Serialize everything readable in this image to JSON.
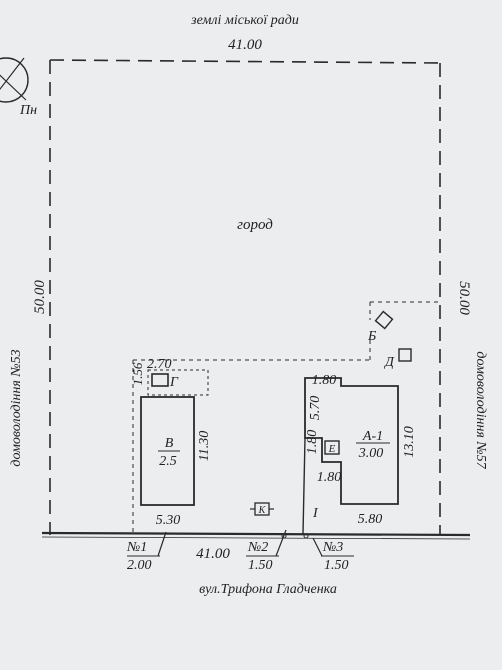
{
  "top": {
    "label": "землі міської ради",
    "length": "41.00"
  },
  "left": {
    "neighbor": "домоволодіння №53",
    "length": "50.00"
  },
  "right": {
    "neighbor": "домоволодіння №57",
    "length": "50.00"
  },
  "bottom": {
    "street": "вул.Трифона Гладченка",
    "length": "41.00",
    "p1": {
      "label": "№1",
      "value": "2.00"
    },
    "p2": {
      "label": "№2",
      "value": "1.50"
    },
    "p3": {
      "label": "№3",
      "value": "1.50"
    }
  },
  "garden": "город",
  "north": "Пн",
  "shed_g": {
    "label": "Г",
    "width": "2.70",
    "depth": "1.56"
  },
  "building_b": {
    "label": "Б"
  },
  "building_d": {
    "label": "Д"
  },
  "building_v": {
    "label": "В",
    "floor": "2.5",
    "width": "5.30",
    "length": "11.30"
  },
  "building_a": {
    "label": "А-1",
    "floor": "3.00",
    "width_top": "1.80",
    "width": "5.80",
    "length": "13.10",
    "side_upper": "5.70"
  },
  "structure_e": {
    "label": "Е",
    "d1": "1.80",
    "d2": "1.80"
  },
  "fence_i": "І",
  "well": "К"
}
